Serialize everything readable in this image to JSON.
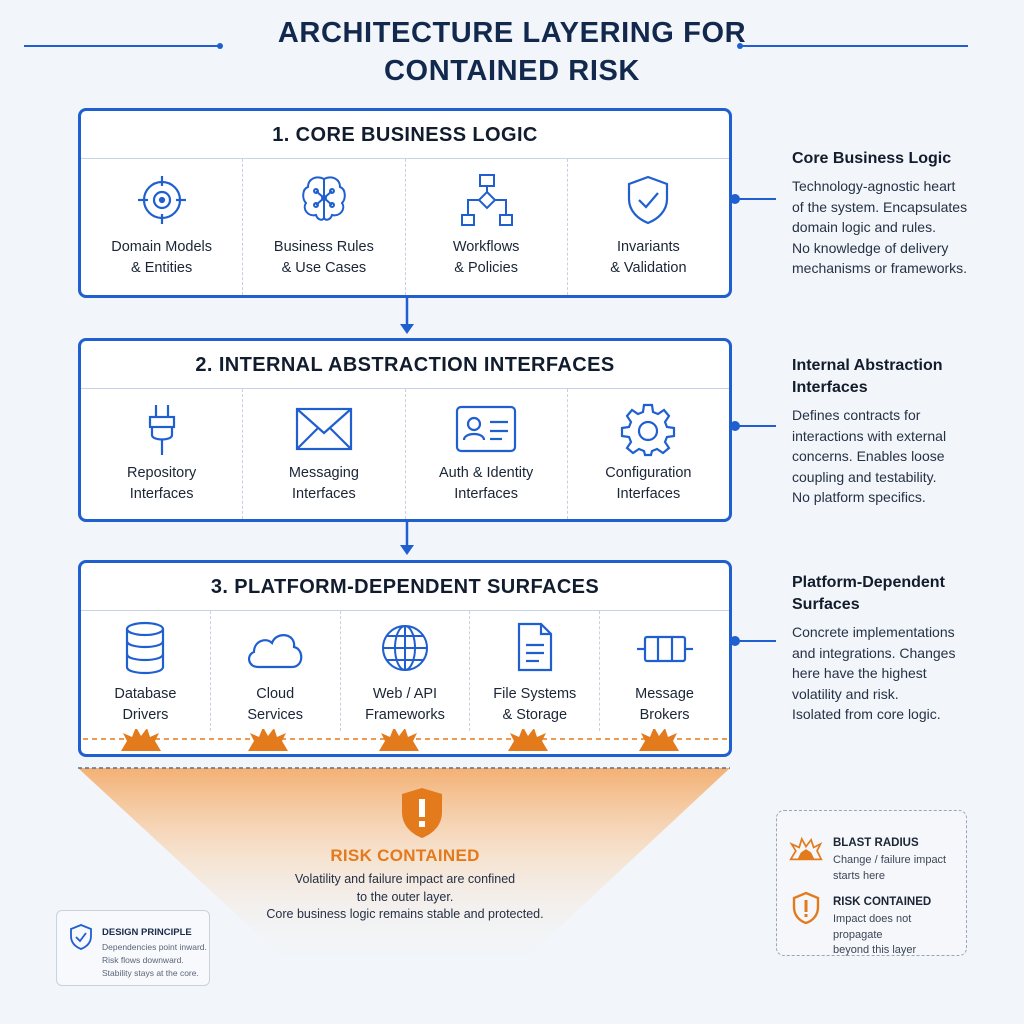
{
  "title": {
    "line1": "ARCHITECTURE LAYERING FOR",
    "line2": "CONTAINED RISK"
  },
  "colors": {
    "primary": "#1f5fd0",
    "accent": "#e37a1c",
    "text": "#12294d"
  },
  "layers": [
    {
      "heading": "1. CORE BUSINESS LOGIC",
      "items": [
        {
          "line1": "Domain Models",
          "line2": "& Entities",
          "icon": "target-icon"
        },
        {
          "line1": "Business Rules",
          "line2": "& Use Cases",
          "icon": "brain-icon"
        },
        {
          "line1": "Workflows",
          "line2": "& Policies",
          "icon": "workflow-icon"
        },
        {
          "line1": "Invariants",
          "line2": "& Validation",
          "icon": "shield-check-icon"
        }
      ]
    },
    {
      "heading": "2. INTERNAL ABSTRACTION INTERFACES",
      "items": [
        {
          "line1": "Repository",
          "line2": "Interfaces",
          "icon": "plug-icon"
        },
        {
          "line1": "Messaging",
          "line2": "Interfaces",
          "icon": "envelope-icon"
        },
        {
          "line1": "Auth & Identity",
          "line2": "Interfaces",
          "icon": "id-card-icon"
        },
        {
          "line1": "Configuration",
          "line2": "Interfaces",
          "icon": "gear-icon"
        }
      ]
    },
    {
      "heading": "3. PLATFORM-DEPENDENT SURFACES",
      "items": [
        {
          "line1": "Database",
          "line2": "Drivers",
          "icon": "database-icon"
        },
        {
          "line1": "Cloud",
          "line2": "Services",
          "icon": "cloud-icon"
        },
        {
          "line1": "Web / API",
          "line2": "Frameworks",
          "icon": "globe-icon"
        },
        {
          "line1": "File Systems",
          "line2": "& Storage",
          "icon": "file-icon"
        },
        {
          "line1": "Message",
          "line2": "Brokers",
          "icon": "queue-icon"
        }
      ]
    }
  ],
  "side_notes": [
    {
      "title": "Core Business Logic",
      "lines": [
        "Technology-agnostic heart",
        "of the system. Encapsulates",
        "domain logic and rules.",
        "No knowledge of delivery",
        "mechanisms or frameworks."
      ]
    },
    {
      "title_line1": "Internal Abstraction",
      "title_line2": "Interfaces",
      "lines": [
        "Defines contracts for",
        "interactions with external",
        "concerns. Enables loose",
        "coupling and testability.",
        "No platform specifics."
      ]
    },
    {
      "title_line1": "Platform-Dependent",
      "title_line2": "Surfaces",
      "lines": [
        "Concrete implementations",
        "and integrations. Changes",
        "here have the highest",
        "volatility and risk.",
        "Isolated from core logic."
      ]
    }
  ],
  "risk": {
    "title": "RISK CONTAINED",
    "lines": [
      "Volatility and failure impact are confined",
      "to the outer layer.",
      "Core business logic remains stable and protected."
    ]
  },
  "legend": {
    "blast_title": "BLAST RADIUS",
    "blast_line1": "Change / failure impact",
    "blast_line2": "starts here",
    "contained_title": "RISK CONTAINED",
    "contained_line1": "Impact does not propagate",
    "contained_line2": "beyond this layer"
  },
  "principle": {
    "title": "DESIGN PRINCIPLE",
    "lines": [
      "Dependencies point inward.",
      "Risk flows downward.",
      "Stability stays at the core."
    ]
  }
}
